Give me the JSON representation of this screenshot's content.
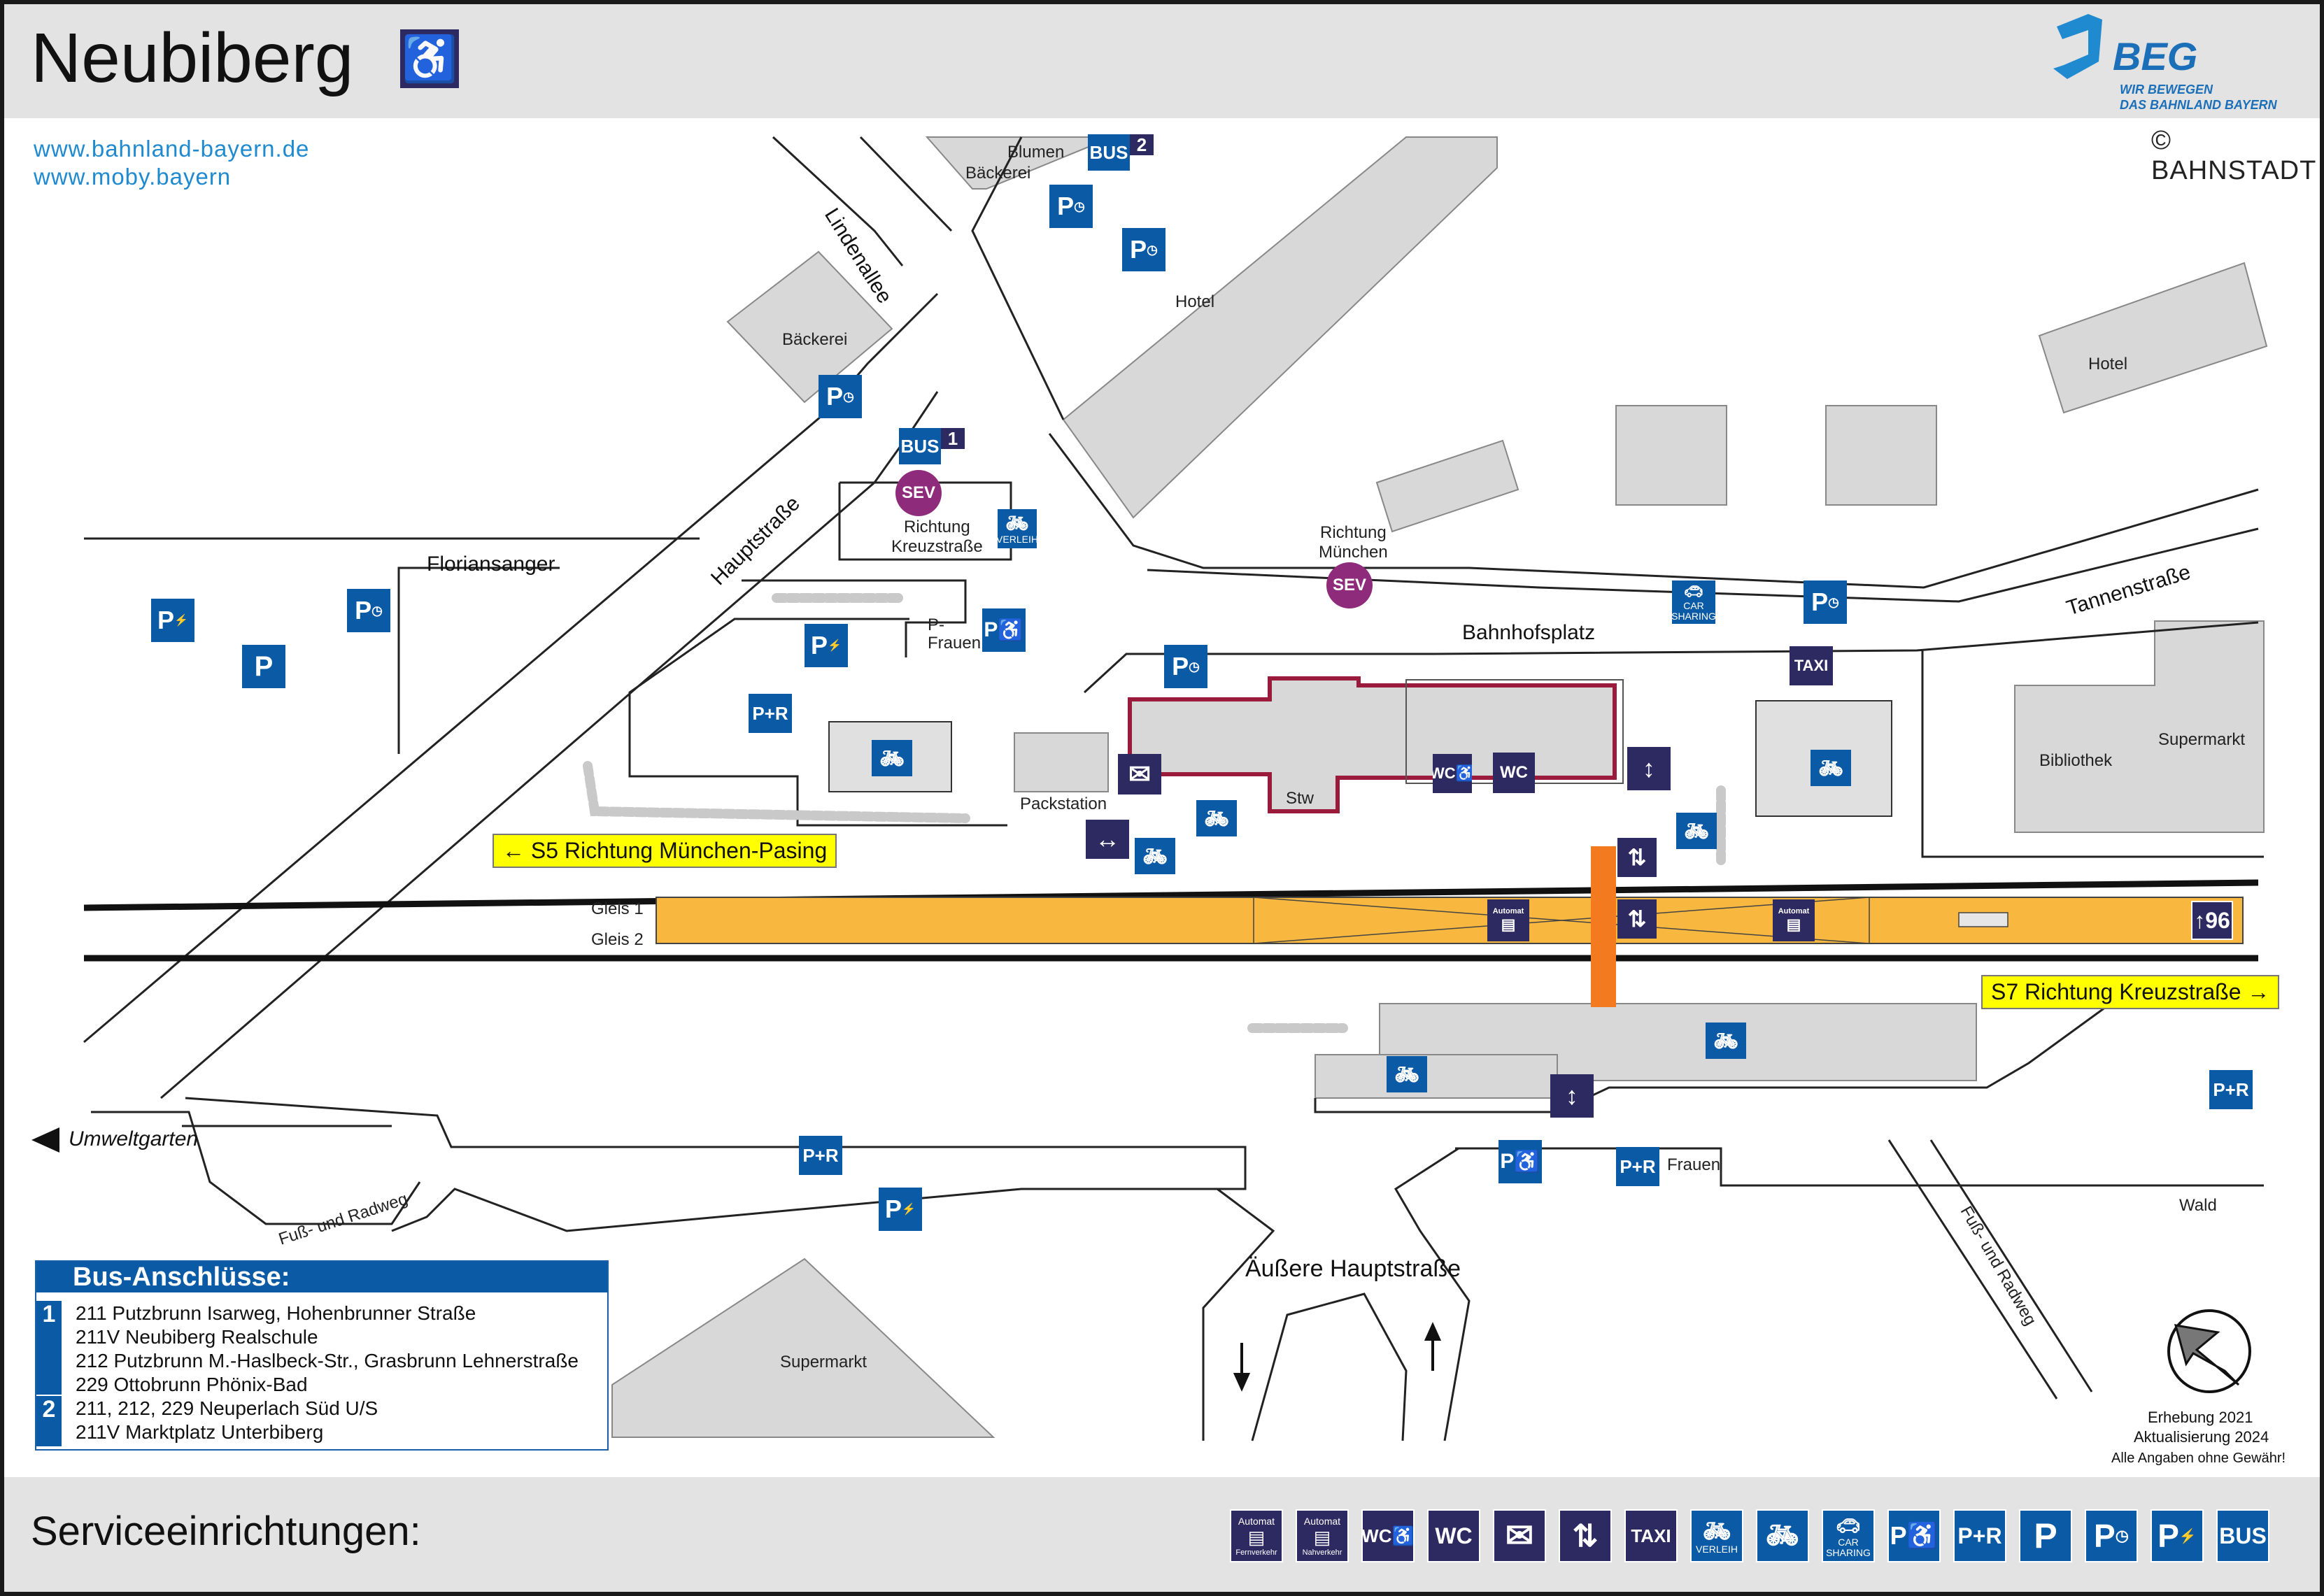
{
  "header": {
    "title": "Neubiberg",
    "accessibility_icon": "wheelchair-icon"
  },
  "links": [
    "www.bahnland-bayern.de",
    "www.moby.bayern"
  ],
  "branding": {
    "logo": "BEG",
    "tagline_1": "WIR BEWEGEN",
    "tagline_2": "DAS BAHNLAND BAYERN",
    "copyright": "© BAHNSTADT"
  },
  "streets": {
    "lindenallee": "Lindenallee",
    "hauptstrasse": "Hauptstraße",
    "floriansanger": "Floriansanger",
    "bahnhofsplatz": "Bahnhofsplatz",
    "tannenstrasse": "Tannenstraße",
    "aeussere_hauptstrasse": "Äußere Hauptstraße",
    "fuss_radweg_1": "Fuß- und Radweg",
    "fuss_radweg_2": "Fuß- und Radweg",
    "umweltgarten": "Umweltgarten"
  },
  "places": {
    "blumen": "Blumen",
    "baeckerei_1": "Bäckerei",
    "baeckerei_2": "Bäckerei",
    "hotel_1": "Hotel",
    "hotel_2": "Hotel",
    "packstation": "Packstation",
    "stw": "Stw",
    "bibliothek": "Bibliothek",
    "supermarkt_1": "Supermarkt",
    "supermarkt_2": "Supermarkt",
    "wald": "Wald",
    "p_frauen_1": "P-",
    "p_frauen_2": "Frauen",
    "frauen": "Frauen",
    "richtung_kreuzstrasse_1": "Richtung",
    "richtung_kreuzstrasse_2": "Kreuzstraße",
    "richtung_muenchen_1": "Richtung",
    "richtung_muenchen_2": "München"
  },
  "tracks": {
    "gleis_1": "Gleis 1",
    "gleis_2": "Gleis 2",
    "s5": "S5 Richtung München-Pasing",
    "s7": "S7 Richtung Kreuzstraße",
    "platform_height": "96",
    "arrow_left": "←",
    "arrow_right": "→"
  },
  "bus_connections": {
    "title": "Bus-Anschlüsse:",
    "stop_1": {
      "number": "1",
      "lines": [
        "211 Putzbrunn Isarweg, Hohenbrunner Straße",
        "211V Neubiberg Realschule",
        "212 Putzbrunn M.-Haslbeck-Str., Grasbrunn Lehnerstraße",
        "229 Ottobrunn Phönix-Bad"
      ]
    },
    "stop_2": {
      "number": "2",
      "lines": [
        "211, 212, 229 Neuperlach Süd U/S",
        "211V Marktplatz Unterbiberg"
      ]
    }
  },
  "credits": {
    "survey": "Erhebung 2021",
    "update": "Aktualisierung 2024",
    "disclaimer": "Alle Angaben ohne Gewähr!"
  },
  "icon_text": {
    "bus": "BUS",
    "sev": "SEV",
    "p": "P",
    "pr": "P+R",
    "taxi": "TAXI",
    "wc": "WC",
    "automat": "Automat",
    "fernverkehr": "Fernverkehr",
    "nahverkehr": "Nahverkehr",
    "verleih": "VERLEIH",
    "car": "CAR",
    "sharing": "SHARING",
    "stop1": "1",
    "stop2": "2"
  },
  "service_facilities": {
    "title": "Serviceeinrichtungen:",
    "icons": [
      "ticket-machine-long-distance-icon",
      "ticket-machine-regional-icon",
      "accessible-wc-icon",
      "wc-icon",
      "mailbox-icon",
      "elevator-icon",
      "taxi-icon",
      "bike-rental-icon",
      "bike-parking-icon",
      "car-sharing-icon",
      "accessible-parking-icon",
      "park-and-ride-icon",
      "parking-icon",
      "short-term-parking-icon",
      "ev-charging-parking-icon",
      "bus-stop-icon"
    ]
  },
  "colors": {
    "navy": "#2d2a62",
    "blue": "#0b5aa5",
    "platform": "#f8b840",
    "overpass": "#f47a1f",
    "sev": "#8e2b7a",
    "station_outline": "#9b1b3c",
    "link": "#1f8ad0"
  }
}
